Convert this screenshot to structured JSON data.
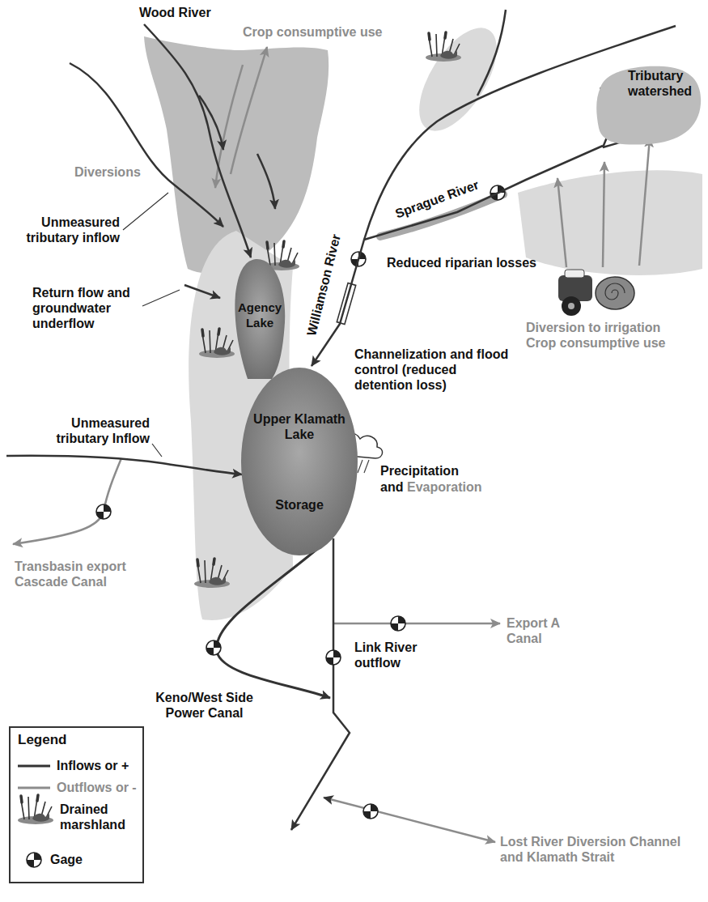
{
  "diagram": {
    "nodes": [
      {
        "text": [
          "Agency Lake"
        ]
      },
      {
        "text": [
          "Upper Klamath Lake",
          "Storage"
        ]
      },
      {
        "text": [
          "Tributary watershed"
        ]
      }
    ],
    "edges": [
      {
        "from": 2,
        "to": 1,
        "arrow": "to"
      }
    ],
    "labels": [
      "Wood River",
      "Crop consumptive use",
      "Diversions",
      "Unmeasured tributary inflow",
      "Return flow and groundwater underflow",
      "Williamson River",
      "Sprague River",
      "Reduced riparian losses",
      "Channelization and flood control (reduced detention loss)",
      "Diversion to irrigation Crop consumptive use",
      "Unmeasured tributary Inflow",
      "Transbasin export Cascade Canal",
      "Precipitation",
      "and",
      "Evaporation",
      "Export A Canal",
      "Link River outflow",
      "Keno/West Side Power Canal",
      "Lost River Diversion Channel and Klamath Strait",
      "Legend"
    ],
    "legend": [
      {
        "text": "Inflows or +"
      },
      {
        "text": "Outflows or -"
      },
      {
        "text": "Drained marshland"
      },
      {
        "text": "Gage"
      }
    ]
  }
}
